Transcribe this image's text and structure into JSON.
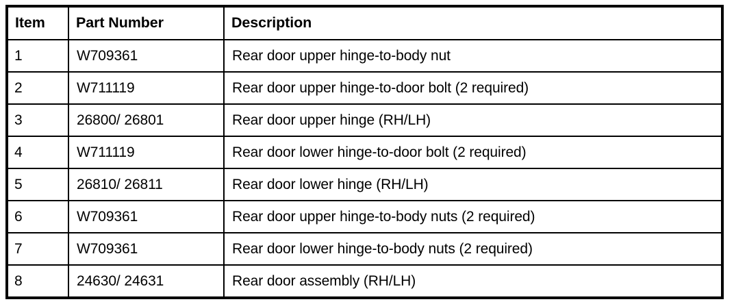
{
  "document": {
    "kind": "parts-list-table",
    "background_color": "#ffffff",
    "text_color": "#000000",
    "border_color": "#000000"
  },
  "table": {
    "columns": [
      {
        "key": "item",
        "label": "Item"
      },
      {
        "key": "part_number",
        "label": "Part Number"
      },
      {
        "key": "description",
        "label": "Description"
      }
    ],
    "rows": [
      {
        "item": "1",
        "part_number": "W709361",
        "description": "Rear door upper hinge-to-body nut"
      },
      {
        "item": "2",
        "part_number": "W711119",
        "description": "Rear door upper hinge-to-door bolt (2 required)"
      },
      {
        "item": "3",
        "part_number": "26800/ 26801",
        "description": "Rear door upper hinge (RH/LH)"
      },
      {
        "item": "4",
        "part_number": "W711119",
        "description": "Rear door lower hinge-to-door bolt (2 required)"
      },
      {
        "item": "5",
        "part_number": "26810/ 26811",
        "description": "Rear door lower hinge (RH/LH)"
      },
      {
        "item": "6",
        "part_number": "W709361",
        "description": "Rear door upper hinge-to-body nuts (2 required)"
      },
      {
        "item": "7",
        "part_number": "W709361",
        "description": "Rear door lower hinge-to-body nuts (2 required)"
      },
      {
        "item": "8",
        "part_number": "24630/ 24631",
        "description": "Rear door assembly (RH/LH)"
      }
    ]
  }
}
